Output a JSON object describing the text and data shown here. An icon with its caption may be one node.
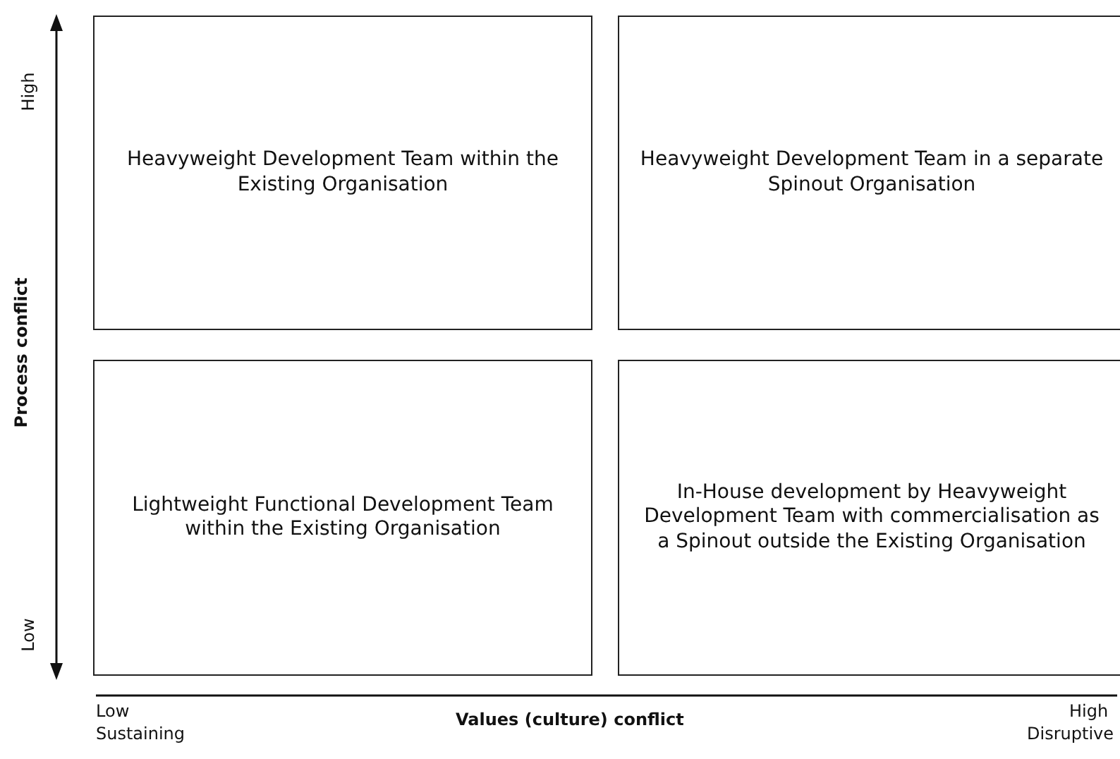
{
  "diagram": {
    "nodes": [
      {
        "text": [
          "Heavyweight Development Team within the Existing Organisation"
        ]
      },
      {
        "text": [
          "Heavyweight Development Team in a separate Spinout Organisation"
        ]
      },
      {
        "text": [
          "Lightweight Functional Development Team within the Existing Organisation"
        ]
      },
      {
        "text": [
          "In-House development by Heavyweight Development Team with commercialisation as a Spinout outside the Existing Organisation"
        ]
      }
    ],
    "edges": [],
    "labels": [
      "High",
      "Process conflict",
      "Low",
      "Low",
      "Sustaining",
      "Values (culture) conflict",
      "High",
      "Disruptive"
    ]
  }
}
